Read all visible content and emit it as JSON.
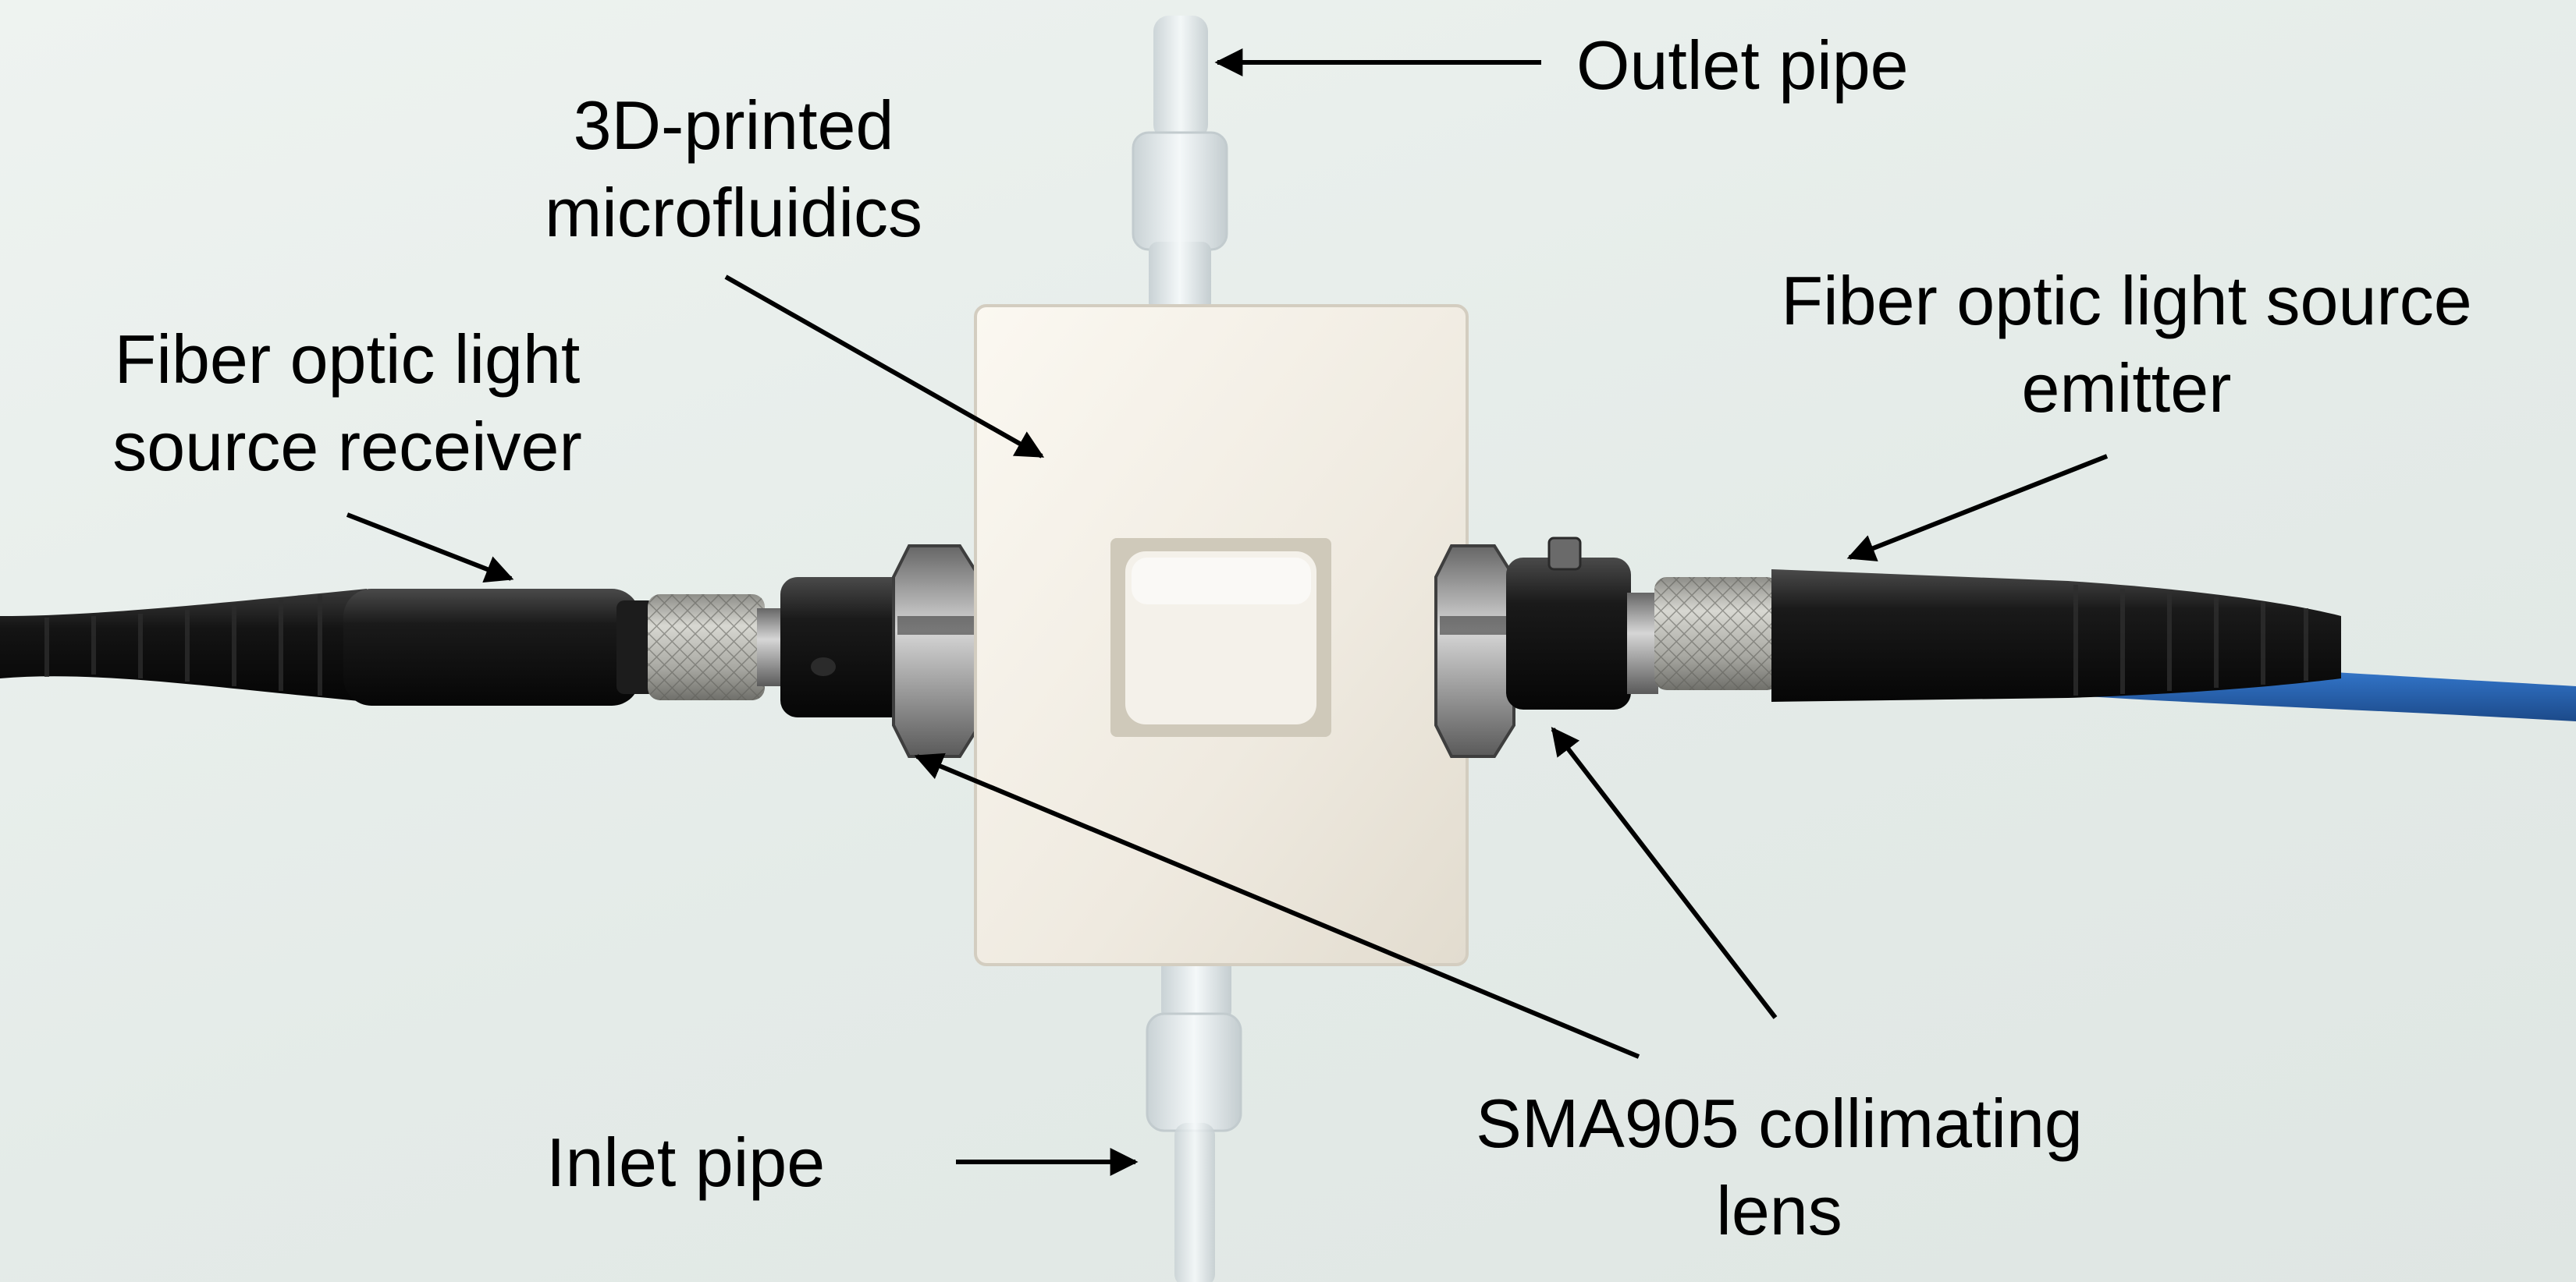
{
  "labels": {
    "outlet_pipe": "Outlet pipe",
    "microfluidics": [
      "3D-printed",
      "microfluidics"
    ],
    "emitter": [
      "Fiber optic light source",
      "emitter"
    ],
    "receiver": [
      "Fiber optic light",
      "source receiver"
    ],
    "lens": [
      "SMA905 collimating",
      "lens"
    ],
    "inlet_pipe": "Inlet pipe"
  },
  "colors": {
    "background": "#e7edea",
    "block": "#f1ede4",
    "connector": "#121212",
    "knurled_nut": "#b9b9b3",
    "blue_cable": "#2f6fc0",
    "tubing": "#dde4e6",
    "annotation": "#000000"
  }
}
